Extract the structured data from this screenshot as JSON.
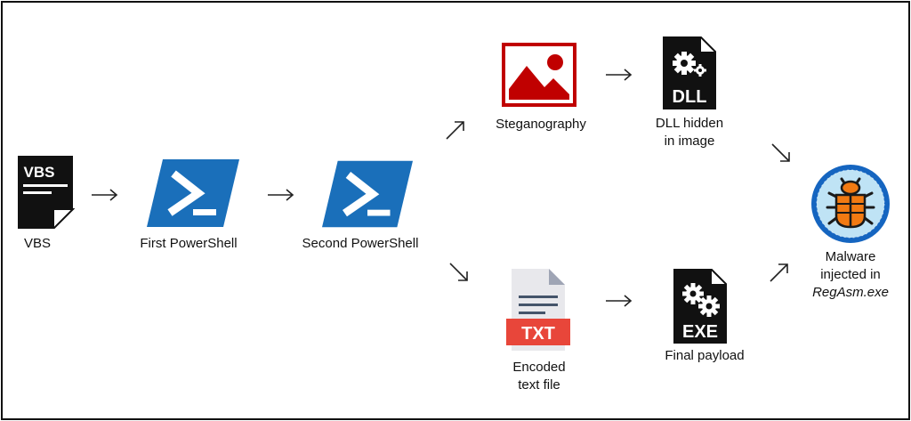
{
  "nodes": {
    "vbs": {
      "icon_text": "VBS",
      "label": "VBS"
    },
    "first_ps": {
      "label": "First PowerShell"
    },
    "second_ps": {
      "label": "Second PowerShell"
    },
    "stego": {
      "label": "Steganography"
    },
    "dll": {
      "icon_text": "DLL",
      "label_line1": "DLL hidden",
      "label_line2": "in image"
    },
    "txt": {
      "icon_text": "TXT",
      "label_line1": "Encoded",
      "label_line2": "text file"
    },
    "exe": {
      "icon_text": "EXE",
      "label": "Final payload"
    },
    "malware": {
      "label_line1": "Malware",
      "label_line2": "injected in",
      "label_line3": "RegAsm.exe"
    }
  },
  "colors": {
    "powershell_blue": "#1a6fba",
    "image_red": "#c00000",
    "txt_red": "#e8463a",
    "malware_ring": "#1565c0",
    "malware_bg": "#bfe3f5",
    "bug_orange": "#f27a12"
  },
  "icons": [
    "vbs-file-icon",
    "powershell-icon",
    "image-icon",
    "dll-file-icon",
    "txt-file-icon",
    "exe-file-icon",
    "malware-bug-icon"
  ]
}
